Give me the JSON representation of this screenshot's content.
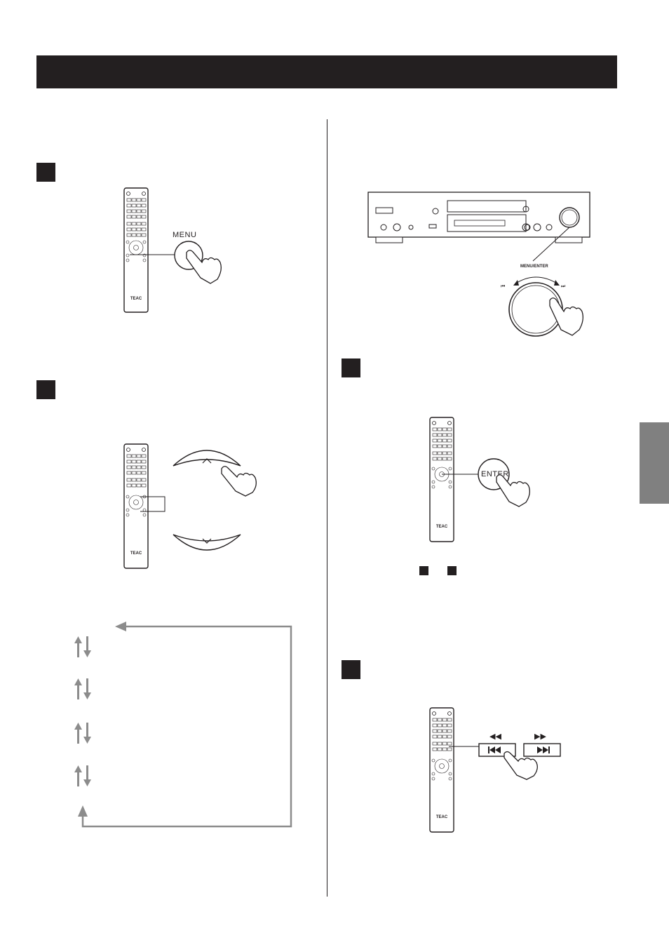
{
  "labels": {
    "menu": "MENU",
    "enter": "ENTER",
    "menu_enter": "MENU/ENTER",
    "brand": "TEAC"
  },
  "icons": {
    "prev_track": "previous-track-icon",
    "next_track": "next-track-icon",
    "rewind": "rewind-icon",
    "fast_forward": "fast-forward-icon",
    "up": "up-arrow-icon",
    "down": "down-arrow-icon"
  },
  "colors": {
    "dark": "#231f20",
    "tab_gray": "#808080",
    "flow_gray": "#8c8c8c"
  }
}
